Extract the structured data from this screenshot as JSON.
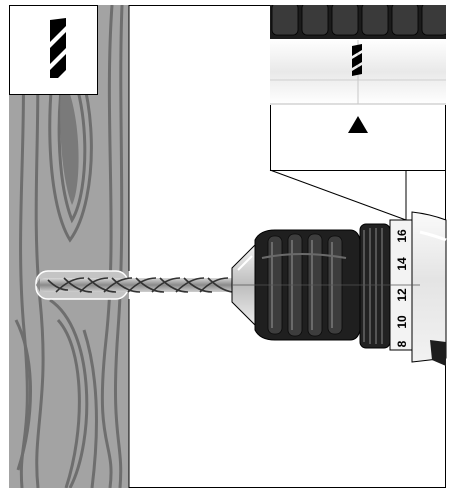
{
  "icon": {
    "name": "drill-mode-icon"
  },
  "clutch": {
    "scale_labels": [
      "8",
      "10",
      "12",
      "14",
      "16"
    ],
    "selected_setting": "drill"
  },
  "colors": {
    "wood": "#9a9a9a",
    "wood_grain": "#6e6e6e",
    "chuck": "#1c1c1c",
    "body": "#ececec",
    "outline": "#000000"
  }
}
